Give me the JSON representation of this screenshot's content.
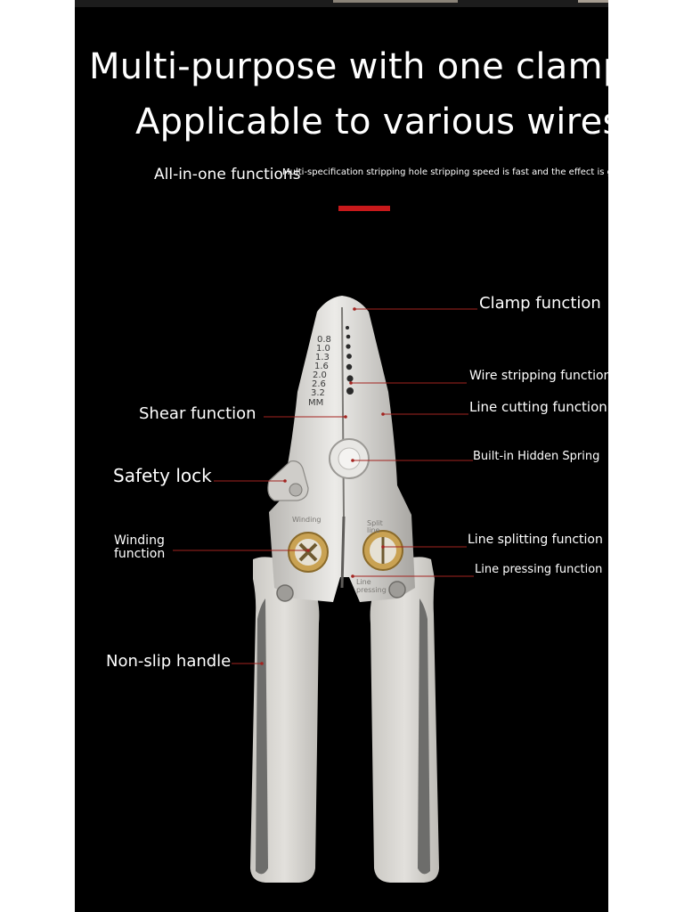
{
  "headline": {
    "line1": "Multi-purpose with one clamp",
    "line2": "Applicable to various wires",
    "subtitle_left": "All-in-one functions",
    "subtitle_right": "Multi-specification stripping hole stripping speed is fast and the effect is good"
  },
  "labels": {
    "clamp": "Clamp function",
    "wire_stripping": "Wire stripping function",
    "line_cutting": "Line cutting function",
    "shear": "Shear function",
    "spring": "Built-in Hidden Spring",
    "safety_lock": "Safety lock",
    "winding_line1": "Winding",
    "winding_line2": "function",
    "line_splitting": "Line splitting function",
    "line_pressing": "Line pressing function",
    "non_slip": "Non-slip handle"
  },
  "tool_markings": {
    "gauges": [
      "0.8",
      "1.0",
      "1.3",
      "1.6",
      "2.0",
      "2.6",
      "3.2"
    ],
    "unit": "MM",
    "winding": "Winding",
    "split_1": "Split",
    "split_2": "line",
    "press_1": "Line",
    "press_2": "pressing"
  },
  "colors": {
    "background": "#000000",
    "accent_red": "#c8191b",
    "handle_light": "#d4d2cd",
    "handle_dark": "#6d6d6b",
    "steel": "#dedcd8",
    "brass": "#c9a253"
  }
}
